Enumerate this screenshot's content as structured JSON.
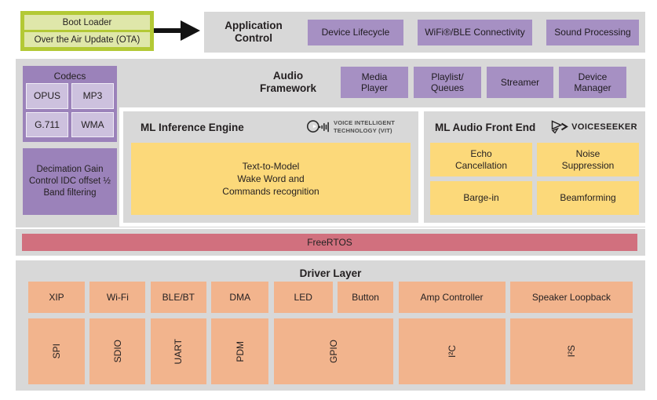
{
  "palette": {
    "band_gray": "#d8d8d8",
    "purple": "#a690c3",
    "purple_dark": "#9b82ba",
    "purple_light": "#cdc1de",
    "yellow": "#fcd97a",
    "orange": "#f2b48d",
    "rose": "#d1707e",
    "green": "#b3c935",
    "green_light": "#dfe7aa",
    "arrow_black": "#131313"
  },
  "boot": {
    "boot_loader": "Boot Loader",
    "ota": "Over the Air Update (OTA)"
  },
  "application_control": {
    "title": "Application Control",
    "boxes": [
      "Device Lifecycle",
      "WiFi®/BLE Connectivity",
      "Sound Processing"
    ]
  },
  "audio_framework": {
    "title": "Audio Framework",
    "boxes": [
      "Media Player",
      "Playlist/ Queues",
      "Streamer",
      "Device Manager"
    ]
  },
  "codecs": {
    "title": "Codecs",
    "items": [
      "OPUS",
      "MP3",
      "G.711",
      "WMA"
    ],
    "dsp_block": "Decimation Gain Control IDC offset ½ Band filtering"
  },
  "ml_inference": {
    "title": "ML Inference Engine",
    "logo_label": "VOICE INTELLIGENT TECHNOLOGY (VIT)",
    "box_lines": [
      "Text-to-Model",
      "Wake Word and",
      "Commands recognition"
    ]
  },
  "ml_audio_front_end": {
    "title": "ML Audio Front End",
    "logo_label": "VOICESEEKER",
    "boxes": [
      "Echo Cancellation",
      "Noise Suppression",
      "Barge-in",
      "Beamforming"
    ]
  },
  "os": {
    "label": "FreeRTOS"
  },
  "driver_layer": {
    "title": "Driver Layer",
    "peripherals": [
      "XIP",
      "Wi-Fi",
      "BLE/BT",
      "DMA",
      "LED",
      "Button",
      "Amp Controller",
      "Speaker Loopback"
    ],
    "buses": [
      "SPI",
      "SDIO",
      "UART",
      "PDM",
      "GPIO",
      "I²C",
      "I²S"
    ]
  }
}
